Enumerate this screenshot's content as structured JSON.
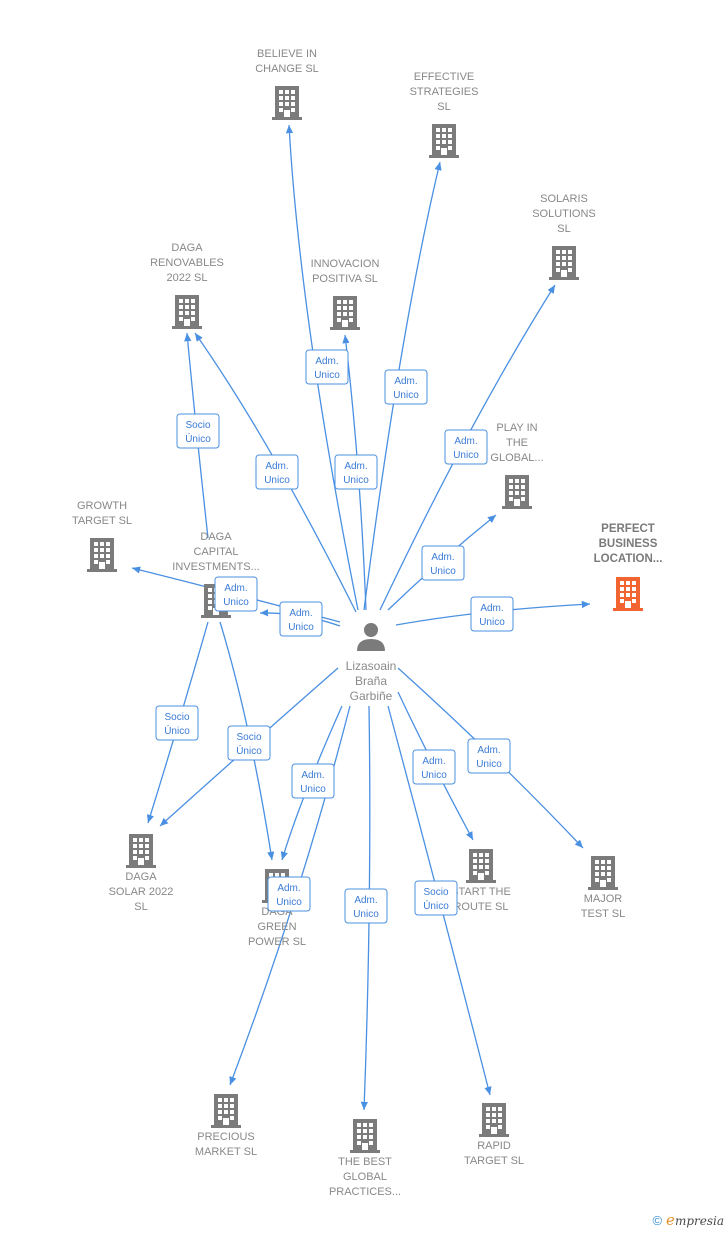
{
  "colors": {
    "edge": "#4a90e2",
    "building": "#7b7b7b",
    "building_highlight": "#f26530",
    "person": "#7b7b7b"
  },
  "center": {
    "lines": [
      "Lizasoain",
      "Braña",
      "Garbiñe"
    ],
    "icon": "person-icon"
  },
  "nodes": [
    {
      "id": "believe",
      "lines": [
        "BELIEVE IN",
        "CHANGE  SL"
      ]
    },
    {
      "id": "effective",
      "lines": [
        "EFFECTIVE",
        "STRATEGIES",
        "SL"
      ]
    },
    {
      "id": "solaris",
      "lines": [
        "SOLARIS",
        "SOLUTIONS",
        "SL"
      ]
    },
    {
      "id": "daga_renov",
      "lines": [
        "DAGA",
        "RENOVABLES",
        "2022  SL"
      ]
    },
    {
      "id": "innovacion",
      "lines": [
        "INNOVACION",
        "POSITIVA  SL"
      ]
    },
    {
      "id": "play",
      "lines": [
        "PLAY IN",
        "THE",
        "GLOBAL..."
      ]
    },
    {
      "id": "growth",
      "lines": [
        "GROWTH",
        "TARGET SL"
      ]
    },
    {
      "id": "daga_capital",
      "lines": [
        "DAGA",
        "CAPITAL",
        "INVESTMENTS..."
      ]
    },
    {
      "id": "perfect",
      "lines": [
        "PERFECT",
        "BUSINESS",
        "LOCATION..."
      ],
      "highlight": true
    },
    {
      "id": "daga_solar",
      "lines": [
        "DAGA",
        "SOLAR 2022",
        "SL"
      ]
    },
    {
      "id": "daga_green",
      "lines": [
        "DAGA",
        "GREEN",
        "POWER  SL"
      ]
    },
    {
      "id": "start_route",
      "lines": [
        "START THE",
        "ROUTE  SL"
      ]
    },
    {
      "id": "major",
      "lines": [
        "MAJOR",
        "TEST  SL"
      ]
    },
    {
      "id": "precious",
      "lines": [
        "PRECIOUS",
        "MARKET  SL"
      ]
    },
    {
      "id": "best_global",
      "lines": [
        "THE BEST",
        "GLOBAL",
        "PRACTICES..."
      ]
    },
    {
      "id": "rapid",
      "lines": [
        "RAPID",
        "TARGET  SL"
      ]
    }
  ],
  "edges": [
    {
      "label": [
        "Adm.",
        "Unico"
      ]
    },
    {
      "label": [
        "Adm.",
        "Unico"
      ]
    },
    {
      "label": [
        "Adm.",
        "Unico"
      ]
    },
    {
      "label": [
        "Adm.",
        "Unico"
      ]
    },
    {
      "label": [
        "Adm.",
        "Unico"
      ]
    },
    {
      "label": [
        "Adm.",
        "Unico"
      ]
    },
    {
      "label": [
        "Adm.",
        "Unico"
      ]
    },
    {
      "label": [
        "Adm.",
        "Unico"
      ]
    },
    {
      "label": [
        "Adm.",
        "Unico"
      ]
    },
    {
      "label": [
        "Adm.",
        "Unico"
      ]
    },
    {
      "label": [
        "Adm.",
        "Unico"
      ]
    },
    {
      "label": [
        "Adm.",
        "Unico"
      ]
    },
    {
      "label": [
        "Adm.",
        "Unico"
      ]
    },
    {
      "label": [
        "Adm.",
        "Unico"
      ]
    },
    {
      "label": [
        "Socio",
        "Único"
      ]
    },
    {
      "label": [
        "Socio",
        "Único"
      ]
    },
    {
      "label": [
        "Socio",
        "Único"
      ]
    }
  ],
  "footer": {
    "copyright": "©",
    "brand_initial": "e",
    "brand_rest": "mpresia"
  }
}
